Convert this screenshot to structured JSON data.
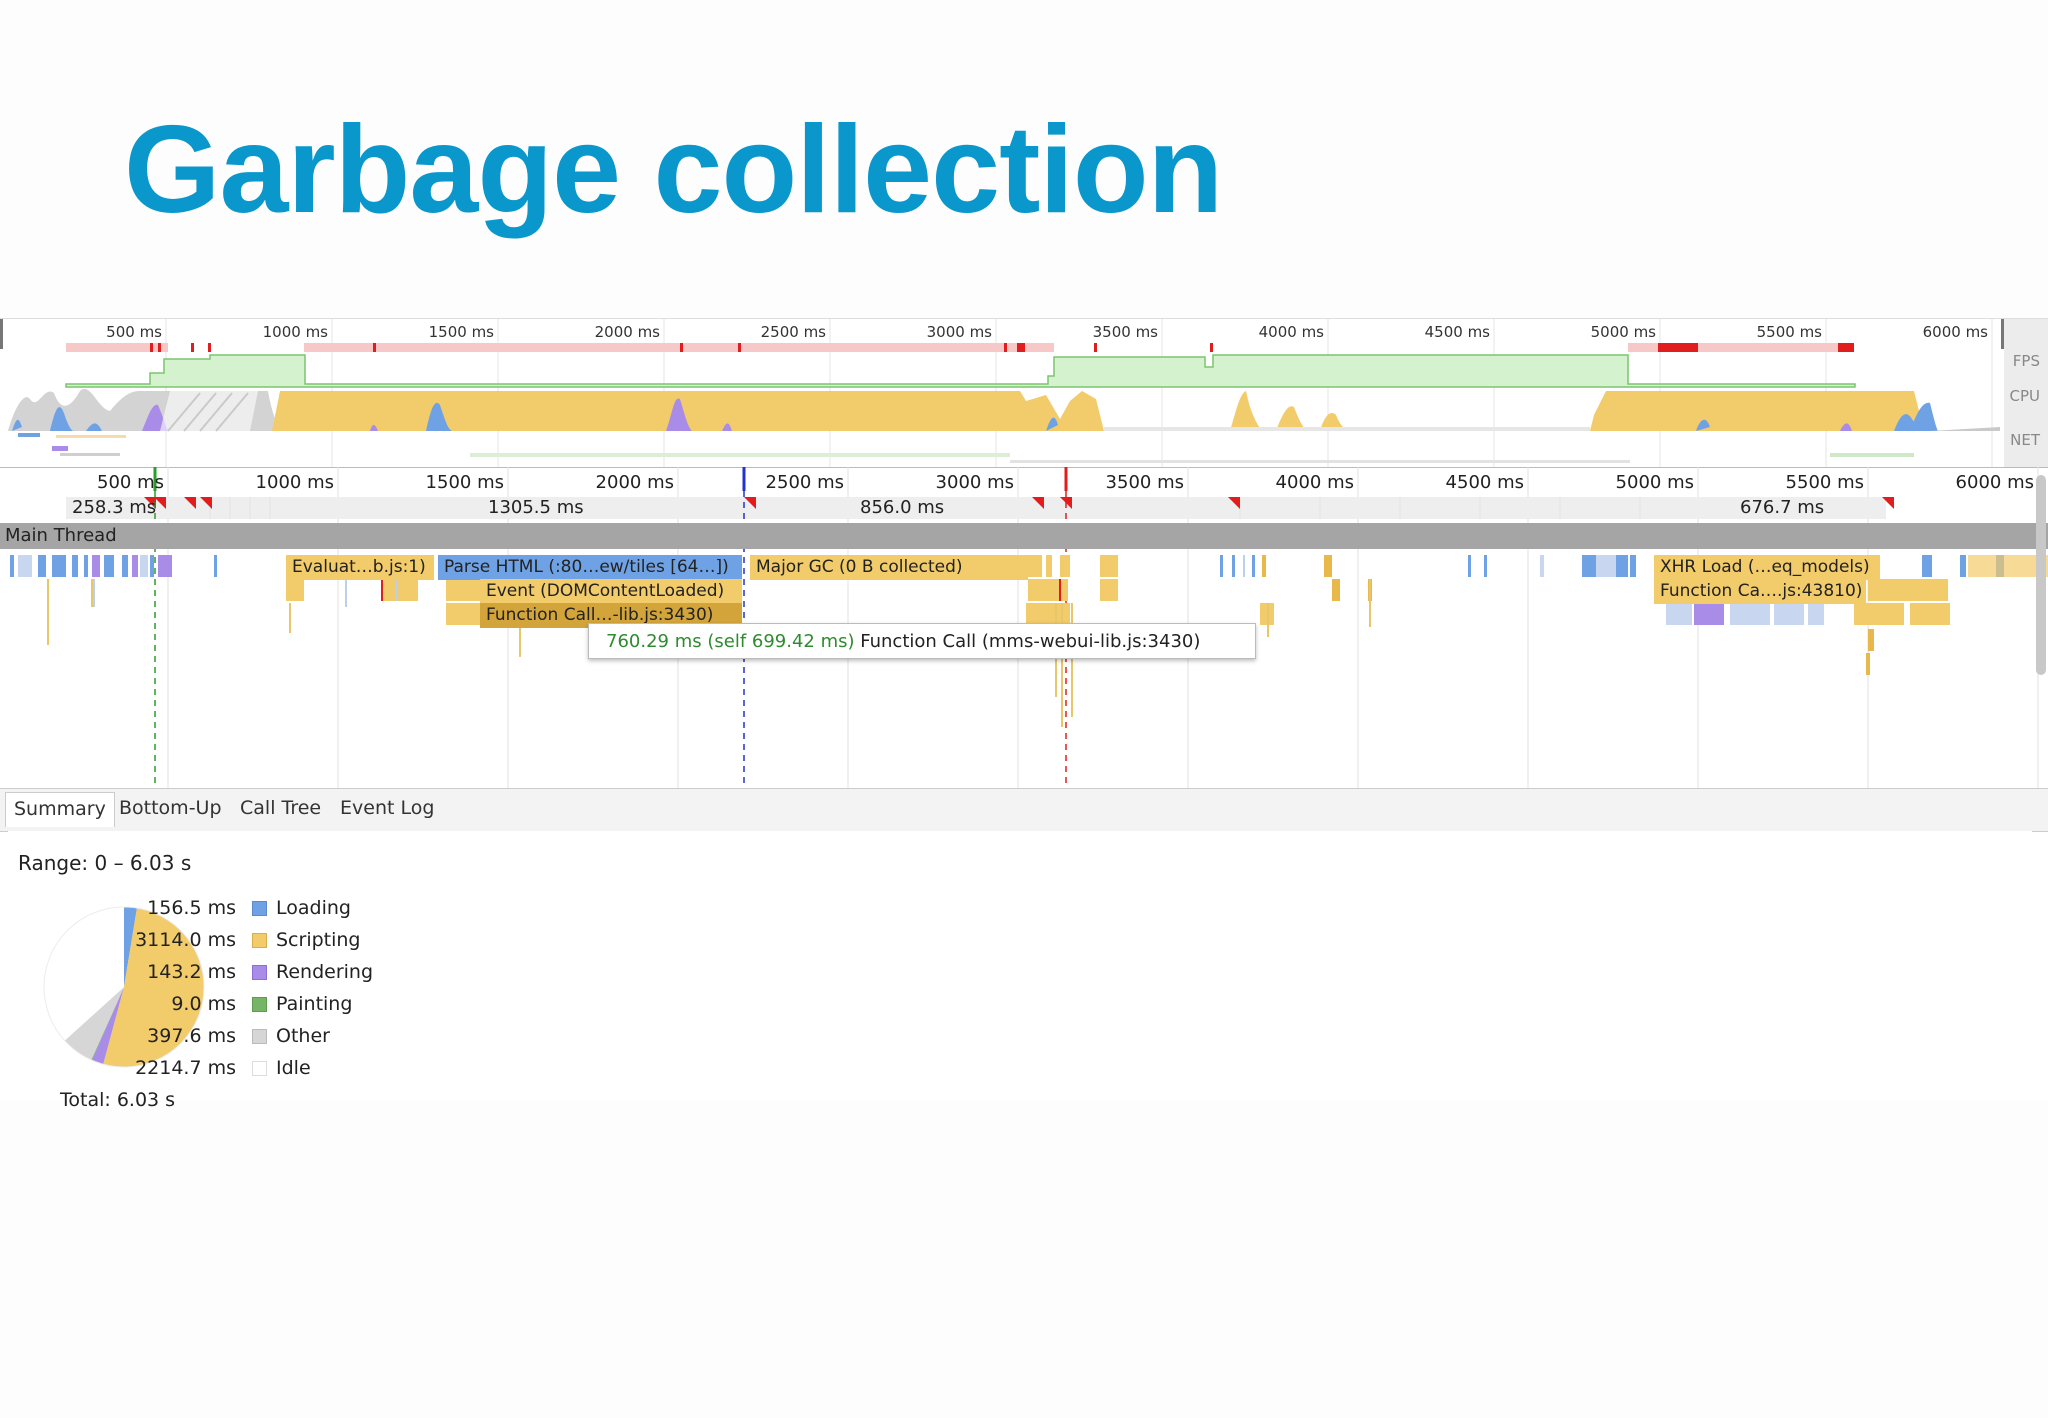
{
  "slide": {
    "title": "Garbage collection"
  },
  "overview": {
    "ticks": [
      "500 ms",
      "1000 ms",
      "1500 ms",
      "2000 ms",
      "2500 ms",
      "3000 ms",
      "3500 ms",
      "4000 ms",
      "4500 ms",
      "5000 ms",
      "5500 ms",
      "6000 ms"
    ],
    "labels": {
      "fps": "FPS",
      "cpu": "CPU",
      "net": "NET"
    }
  },
  "timeline": {
    "ticks": [
      "500 ms",
      "1000 ms",
      "1500 ms",
      "2000 ms",
      "2500 ms",
      "3000 ms",
      "3500 ms",
      "4000 ms",
      "4500 ms",
      "5000 ms",
      "5500 ms",
      "6000 ms"
    ],
    "frames": [
      "258.3 ms",
      "1305.5 ms",
      "856.0 ms",
      "676.7 ms"
    ],
    "thread_name": "Main Thread",
    "events": {
      "evaluate": "Evaluat…b.js:1)",
      "parse_html": "Parse HTML (:80…ew/tiles [64…])",
      "major_gc": "Major GC (0 B collected)",
      "dom_content_loaded": "Event (DOMContentLoaded)",
      "function_call": "Function Call…-lib.js:3430)",
      "xhr_load": "XHR Load (…eq_models)",
      "function_call_2": "Function Ca….js:43810)"
    },
    "tooltip": {
      "time": "760.29 ms (self 699.42 ms)",
      "name": "Function Call (mms-webui-lib.js:3430)"
    }
  },
  "tabs": [
    "Summary",
    "Bottom-Up",
    "Call Tree",
    "Event Log"
  ],
  "summary": {
    "range": "Range: 0 – 6.03 s",
    "total": "Total: 6.03 s",
    "categories": [
      {
        "value": "156.5 ms",
        "name": "Loading",
        "ms": 156.5,
        "color": "#6fa2e4"
      },
      {
        "value": "3114.0 ms",
        "name": "Scripting",
        "ms": 3114.0,
        "color": "#f2cb6a"
      },
      {
        "value": "143.2 ms",
        "name": "Rendering",
        "ms": 143.2,
        "color": "#a98ce8"
      },
      {
        "value": "9.0 ms",
        "name": "Painting",
        "ms": 9.0,
        "color": "#76b466"
      },
      {
        "value": "397.6 ms",
        "name": "Other",
        "ms": 397.6,
        "color": "#d6d6d6"
      },
      {
        "value": "2214.7 ms",
        "name": "Idle",
        "ms": 2214.7,
        "color": "#ffffff"
      }
    ]
  },
  "colors": {
    "accent": "#0a97cc",
    "loading": "#6fa2e4",
    "scripting": "#f2cb6a",
    "rendering": "#a98ce8",
    "painting": "#76b466",
    "fps": "#d5f2cf",
    "frame_marker": "#e01e1e"
  }
}
